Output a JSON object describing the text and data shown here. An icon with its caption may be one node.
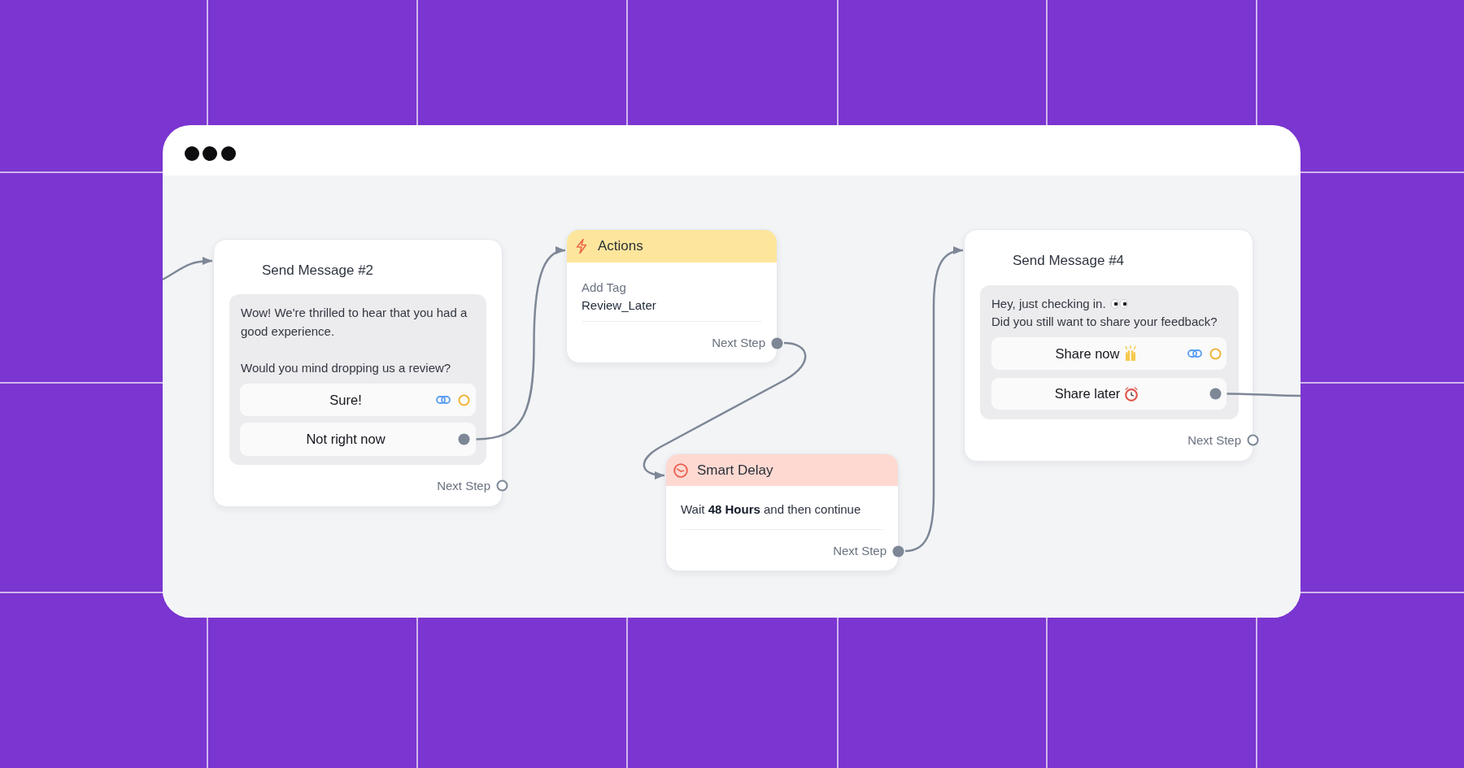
{
  "diagram": {
    "nodes": [
      {
        "text": [
          "Send Message #2",
          "Next Step"
        ]
      },
      {
        "text": [
          "Wow! We're thrilled to hear that you had a good experience.",
          "Would you mind dropping us a review?"
        ],
        "in": 0
      },
      {
        "text": [
          "Sure!"
        ],
        "in": 1
      },
      {
        "text": [
          "Not right now"
        ],
        "in": 1
      },
      {
        "text": [
          "Actions",
          "Add Tag",
          "Review_Later",
          "Next Step"
        ]
      },
      {
        "text": [
          "Smart Delay",
          "Wait **48 Hours** and then continue",
          "Next Step"
        ]
      },
      {
        "text": [
          "Send Message #4",
          "Next Step"
        ]
      },
      {
        "text": [
          "Hey, just checking in.",
          "Did you still want to share your feedback?"
        ],
        "in": 6
      },
      {
        "text": [
          "Share now"
        ],
        "in": 7
      },
      {
        "text": [
          "Share later"
        ],
        "in": 7
      }
    ],
    "edges": [
      {
        "from": null,
        "to": 0,
        "arrow": "to"
      },
      {
        "from": 3,
        "to": 4,
        "arrow": "to"
      },
      {
        "from": 4,
        "to": 5,
        "arrow": "to"
      },
      {
        "from": 5,
        "to": 6,
        "arrow": "to"
      },
      {
        "from": 9,
        "to": null,
        "arrow": "none"
      }
    ]
  }
}
